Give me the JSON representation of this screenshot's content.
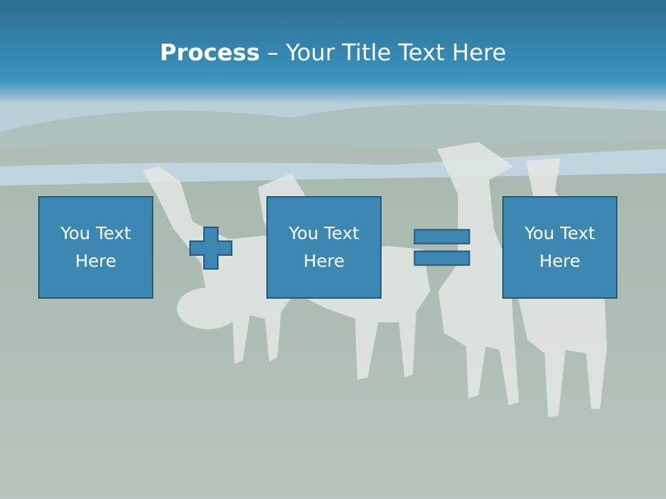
{
  "slide": {
    "title_bold": "Process",
    "title_rest": " – Your Title Text Here",
    "boxes": [
      {
        "text": "You Text Here"
      },
      {
        "text": "You Text Here"
      },
      {
        "text": "You Text Here"
      }
    ],
    "operators": [
      "plus-icon",
      "equals-icon"
    ]
  },
  "colors": {
    "title_band": "#3689b2",
    "box_fill": "#3d88b3",
    "box_border": "#24587a",
    "text": "#ffffff"
  }
}
